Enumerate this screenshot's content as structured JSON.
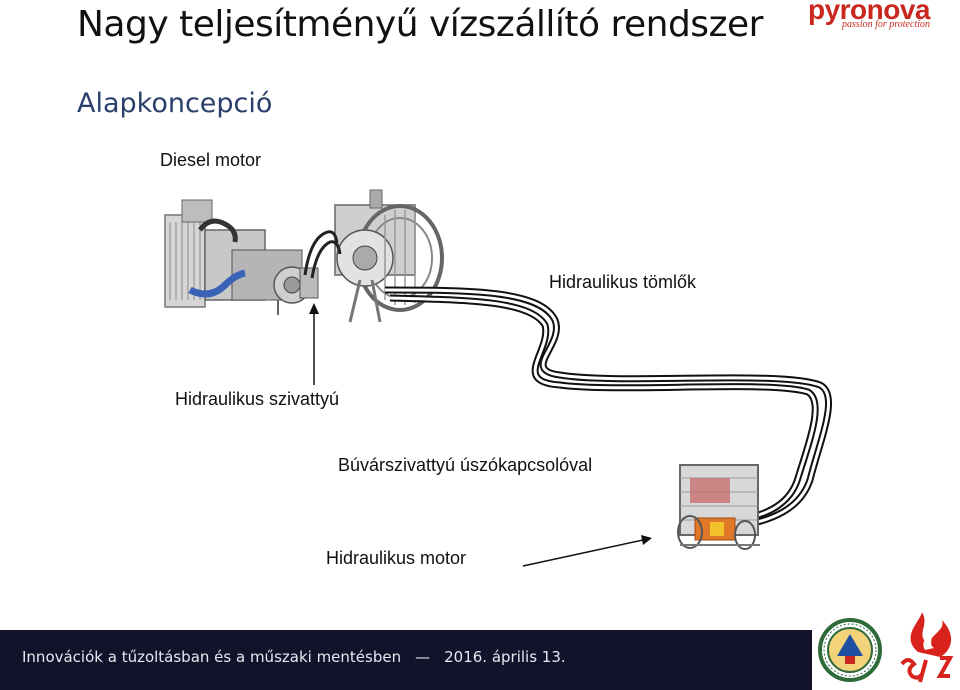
{
  "title": "Nagy teljesítményű vízszállító rendszer",
  "subtitle": "Alapkoncepció",
  "logo": {
    "name": "pyronova",
    "tagline": "passion for protection",
    "color": "#c9281f"
  },
  "labels": {
    "diesel_motor": "Diesel motor",
    "hydraulic_hoses": "Hidraulikus tömlők",
    "hydraulic_pump": "Hidraulikus szivattyú",
    "submersible_pump": "Búvárszivattyú úszókapcsolóval",
    "hydraulic_motor": "Hidraulikus motor"
  },
  "footer": {
    "text": "Innovációk a tűzoltásban és a műszaki mentésben",
    "date": "2016. április 13.",
    "background": "#12122a"
  },
  "icons": [
    "seal-logo-icon",
    "szvsz-fire-logo-icon"
  ]
}
